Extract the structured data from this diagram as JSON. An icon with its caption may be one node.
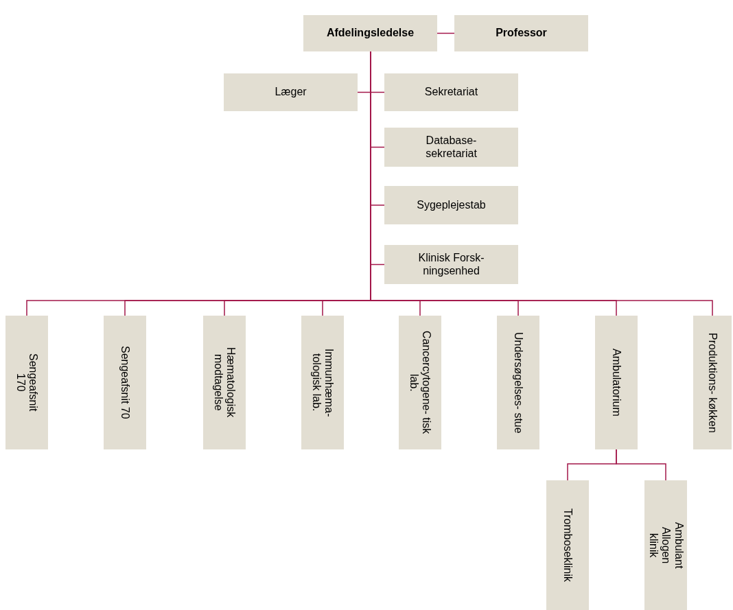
{
  "diagram": {
    "nodes": [
      {
        "text": [
          "Afdelingsledelse"
        ]
      },
      {
        "text": [
          "Professor"
        ]
      },
      {
        "text": [
          "Læger"
        ]
      },
      {
        "text": [
          "Sekretariat"
        ]
      },
      {
        "text": [
          "Database- sekretariat"
        ]
      },
      {
        "text": [
          "Sygeplejestab"
        ]
      },
      {
        "text": [
          "Klinisk Forsk- ningsenhed"
        ]
      },
      {
        "text": [
          "Sengeafsnit 170"
        ]
      },
      {
        "text": [
          "Sengeafsnit 70"
        ]
      },
      {
        "text": [
          "Hæmatologisk modtagelse"
        ]
      },
      {
        "text": [
          "Immunhæma- tologisk lab."
        ]
      },
      {
        "text": [
          "Cancercytogene- tisk lab."
        ]
      },
      {
        "text": [
          "Undersøgelses- stue"
        ]
      },
      {
        "text": [
          "Ambulatorium"
        ]
      },
      {
        "text": [
          "Produktions- køkken"
        ]
      },
      {
        "text": [
          "Tromboseklinik"
        ]
      },
      {
        "text": [
          "Ambulant Allogen klinik"
        ]
      }
    ],
    "edges": [
      {
        "from": 0,
        "to": 1,
        "arrow": "none"
      },
      {
        "from": 0,
        "to": 2,
        "arrow": "none"
      },
      {
        "from": 0,
        "to": 3,
        "arrow": "none"
      },
      {
        "from": 0,
        "to": 4,
        "arrow": "none"
      },
      {
        "from": 0,
        "to": 5,
        "arrow": "none"
      },
      {
        "from": 0,
        "to": 6,
        "arrow": "none"
      },
      {
        "from": 0,
        "to": 7,
        "arrow": "none"
      },
      {
        "from": 0,
        "to": 8,
        "arrow": "none"
      },
      {
        "from": 0,
        "to": 9,
        "arrow": "none"
      },
      {
        "from": 0,
        "to": 10,
        "arrow": "none"
      },
      {
        "from": 0,
        "to": 11,
        "arrow": "none"
      },
      {
        "from": 0,
        "to": 12,
        "arrow": "none"
      },
      {
        "from": 0,
        "to": 13,
        "arrow": "none"
      },
      {
        "from": 0,
        "to": 14,
        "arrow": "none"
      },
      {
        "from": 13,
        "to": 15,
        "arrow": "none"
      },
      {
        "from": 13,
        "to": 16,
        "arrow": "none"
      }
    ]
  }
}
